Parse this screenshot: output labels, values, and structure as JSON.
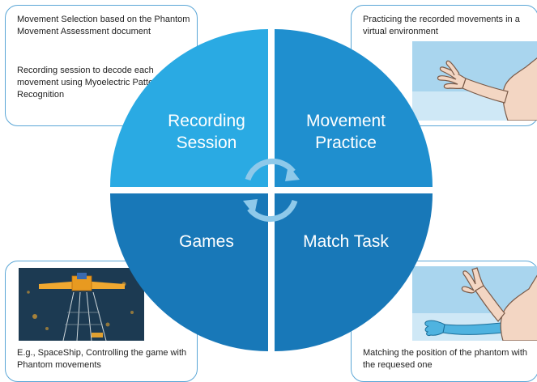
{
  "colors": {
    "recording": "#2aaae3",
    "movement": "#1f8fcf",
    "games": "#1878b8",
    "match": "#1878b8",
    "callout_border": "#5aa6d6",
    "cycle_arrow": "#8ec9ea"
  },
  "quadrants": {
    "recording": {
      "line1": "Recording",
      "line2": "Session"
    },
    "movement": {
      "line1": "Movement",
      "line2": "Practice"
    },
    "games": {
      "line1": "Games"
    },
    "match": {
      "line1": "Match Task"
    }
  },
  "callouts": {
    "top_left": {
      "text1": "Movement Selection based on the Phantom Movement Assessment document",
      "text2": "Recording session to decode each movement using Myoelectric Pattern Recognition"
    },
    "top_right": {
      "text": "Practicing the recorded movements in a virtual environment",
      "image_icon": "virtual-arm-icon"
    },
    "bottom_left": {
      "text": "E.g., SpaceShip, Controlling the game with Phantom movements",
      "image_icon": "spaceship-game-icon"
    },
    "bottom_right": {
      "text": "Matching the position of the phantom with the requesed one",
      "image_icon": "phantom-arm-icon"
    }
  }
}
